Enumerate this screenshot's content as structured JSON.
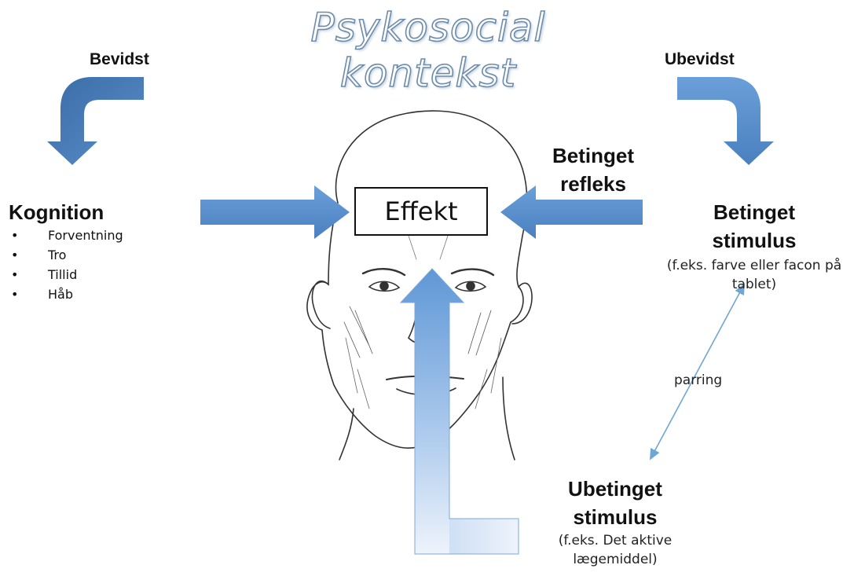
{
  "title": {
    "line1": "Psykosocial",
    "line2": "kontekst"
  },
  "bevidst": "Bevidst",
  "ubevidst": "Ubevidst",
  "kognition": {
    "heading": "Kognition",
    "items": [
      "Forventning",
      "Tro",
      "Tillid",
      "Håb"
    ]
  },
  "effekt": "Effekt",
  "betinget_refleks": {
    "line1": "Betinget",
    "line2": "refleks"
  },
  "betinget_stimulus": {
    "line1": "Betinget",
    "line2": "stimulus",
    "note1": "(f.eks. farve eller facon på",
    "note2": "tablet)"
  },
  "parring": "parring",
  "ubetinget_stimulus": {
    "line1": "Ubetinget",
    "line2": "stimulus",
    "note1": "(f.eks. Det aktive",
    "note2": "lægemiddel)"
  },
  "colors": {
    "arrow_blue": "#5b8fc9",
    "arrow_blue_dark": "#3f6fa8",
    "gradient_top": "#5f97d6",
    "gradient_bottom": "#eef3fb",
    "title_outline": "#6d8cab",
    "pairing_line": "#6fa6d6"
  }
}
